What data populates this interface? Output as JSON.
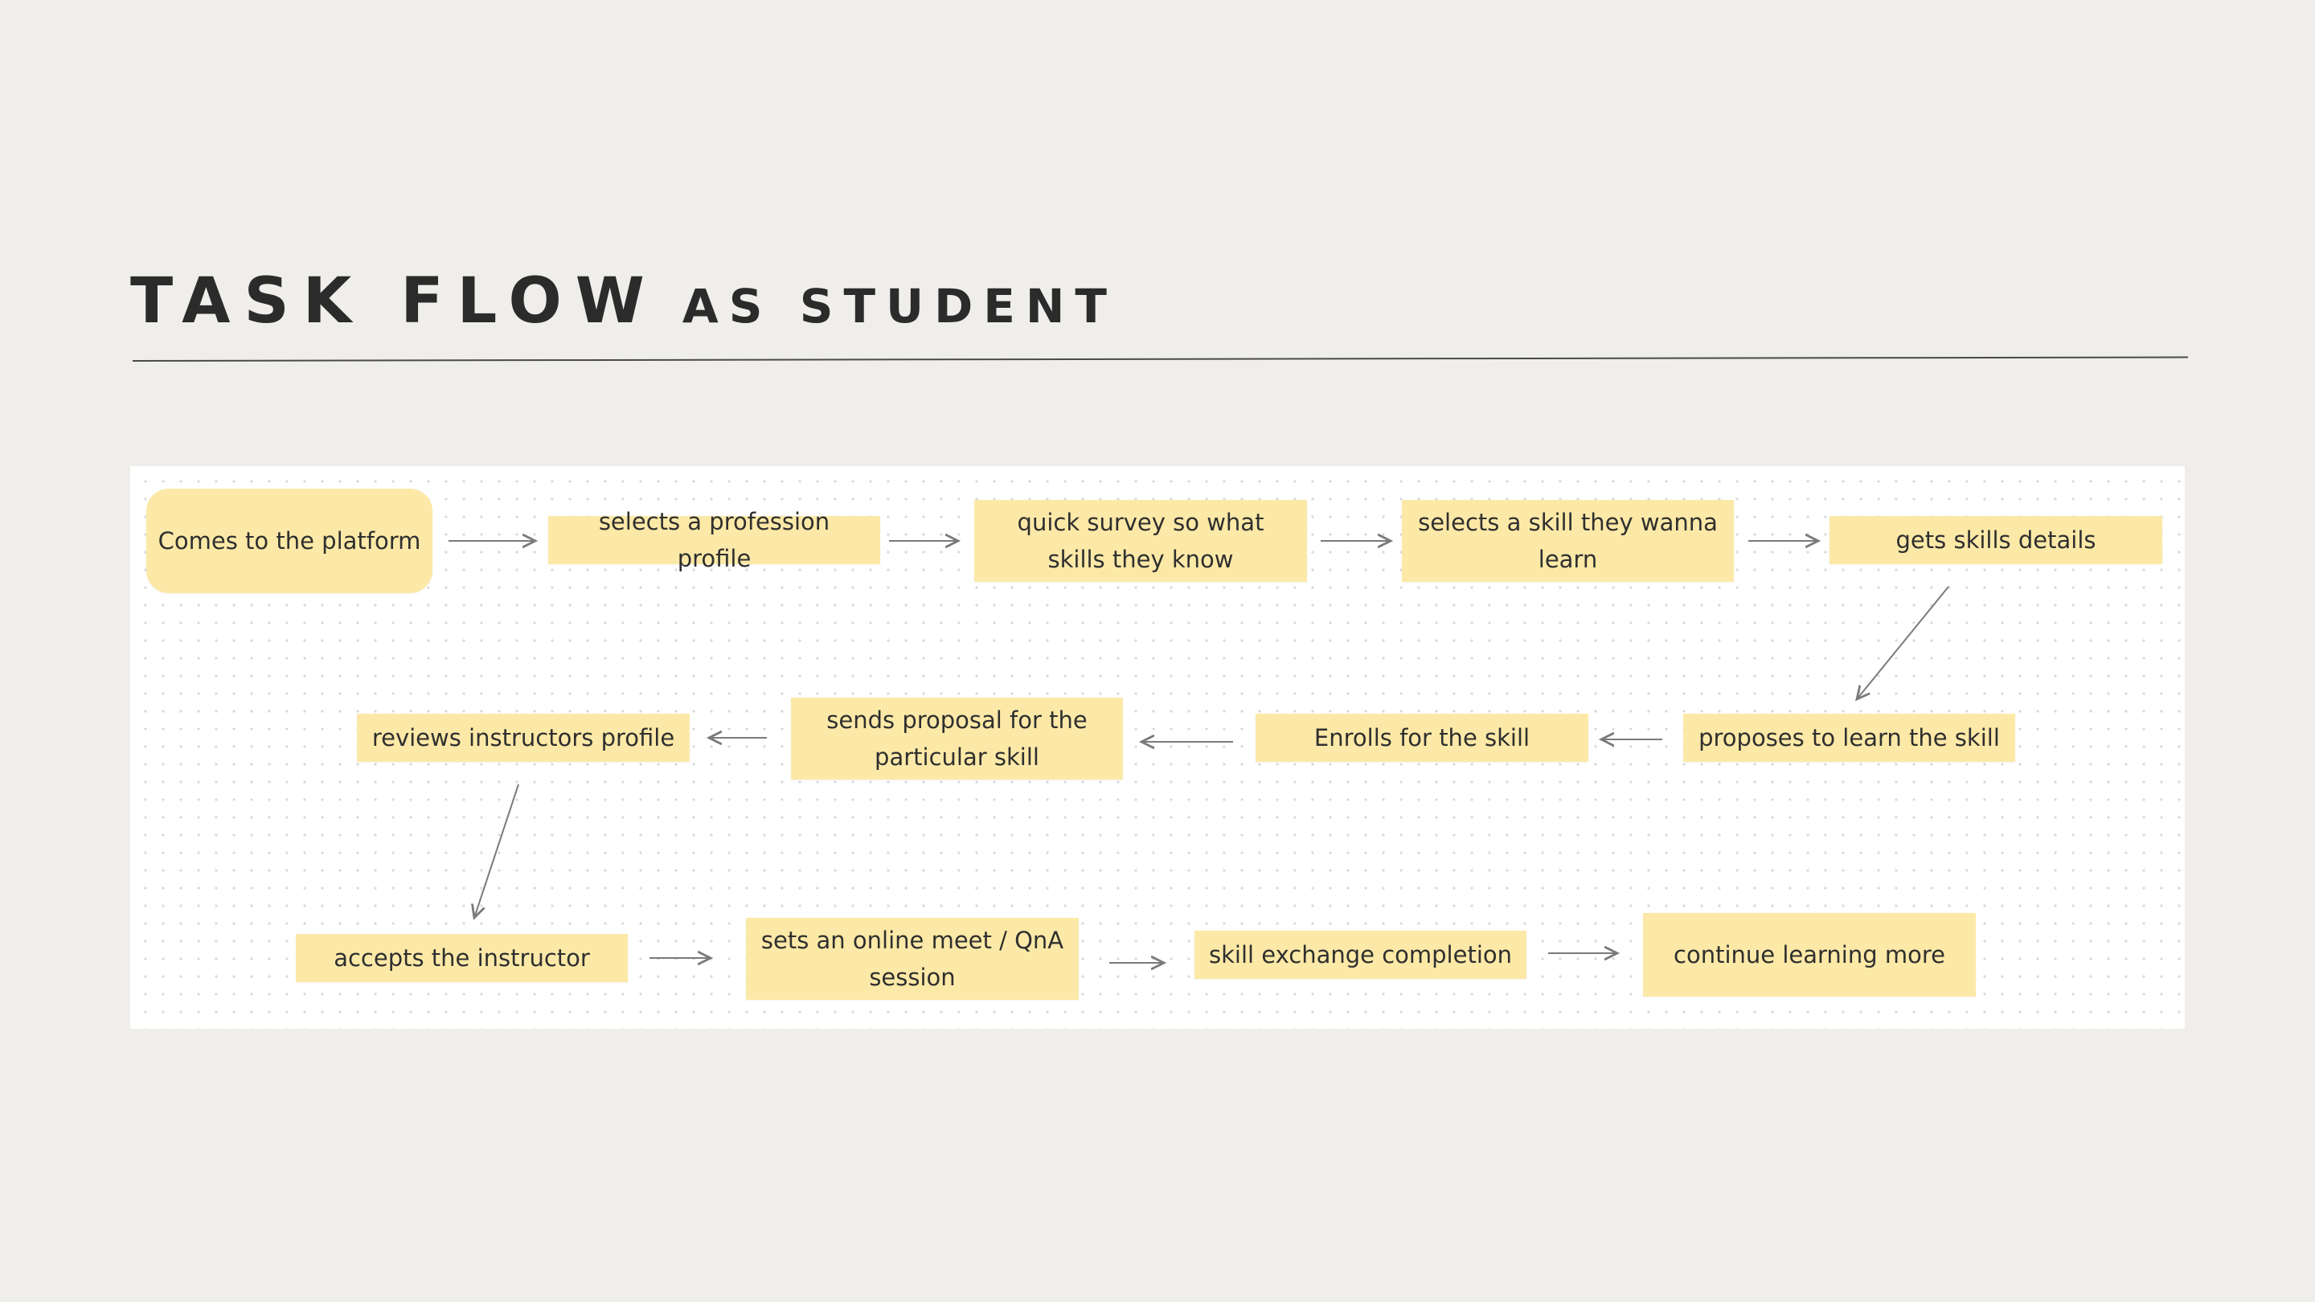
{
  "title": {
    "main": "TASK FLOW",
    "sub": "AS STUDENT"
  },
  "colors": {
    "background": "#efeeea",
    "canvas": "#ffffff",
    "node_fill": "#fde9a7",
    "text": "#2b2b2b",
    "connector": "#7a7a7a"
  },
  "flow": {
    "nodes": [
      {
        "id": "comes-to-platform",
        "label": "Comes to the platform"
      },
      {
        "id": "selects-profession-profile",
        "label": "selects a profession profile"
      },
      {
        "id": "quick-survey",
        "label": "quick survey so what skills they know"
      },
      {
        "id": "selects-skill",
        "label": "selects a skill they wanna learn"
      },
      {
        "id": "gets-skills-details",
        "label": "gets skills details"
      },
      {
        "id": "proposes-to-learn",
        "label": "proposes to learn the skill"
      },
      {
        "id": "enrolls-for-skill",
        "label": "Enrolls for the skill"
      },
      {
        "id": "sends-proposal",
        "label": "sends proposal for the particular skill"
      },
      {
        "id": "reviews-instructors-profile",
        "label": "reviews instructors profile"
      },
      {
        "id": "accepts-instructor",
        "label": "accepts the instructor"
      },
      {
        "id": "sets-online-meet",
        "label": "sets an online meet / QnA session"
      },
      {
        "id": "skill-exchange-completion",
        "label": "skill exchange completion"
      },
      {
        "id": "continue-learning",
        "label": "continue learning more"
      }
    ],
    "edges": [
      [
        "comes-to-platform",
        "selects-profession-profile"
      ],
      [
        "selects-profession-profile",
        "quick-survey"
      ],
      [
        "quick-survey",
        "selects-skill"
      ],
      [
        "selects-skill",
        "gets-skills-details"
      ],
      [
        "gets-skills-details",
        "proposes-to-learn"
      ],
      [
        "proposes-to-learn",
        "enrolls-for-skill"
      ],
      [
        "enrolls-for-skill",
        "sends-proposal"
      ],
      [
        "sends-proposal",
        "reviews-instructors-profile"
      ],
      [
        "reviews-instructors-profile",
        "accepts-instructor"
      ],
      [
        "accepts-instructor",
        "sets-online-meet"
      ],
      [
        "sets-online-meet",
        "skill-exchange-completion"
      ],
      [
        "skill-exchange-completion",
        "continue-learning"
      ]
    ]
  }
}
